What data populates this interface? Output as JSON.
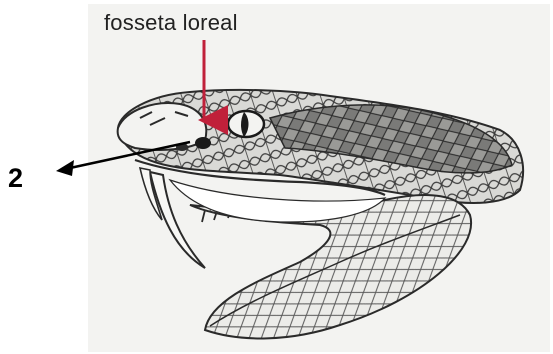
{
  "diagram": {
    "labels": {
      "pit_label": "fosseta loreal",
      "number_label": "2"
    },
    "colors": {
      "pit_arrow": "#c0203a",
      "number_arrow": "#000000",
      "ink": "#2a2a2a",
      "background": "#f3f3f1"
    },
    "icons": {
      "illustration": "snake-head-illustration"
    }
  }
}
